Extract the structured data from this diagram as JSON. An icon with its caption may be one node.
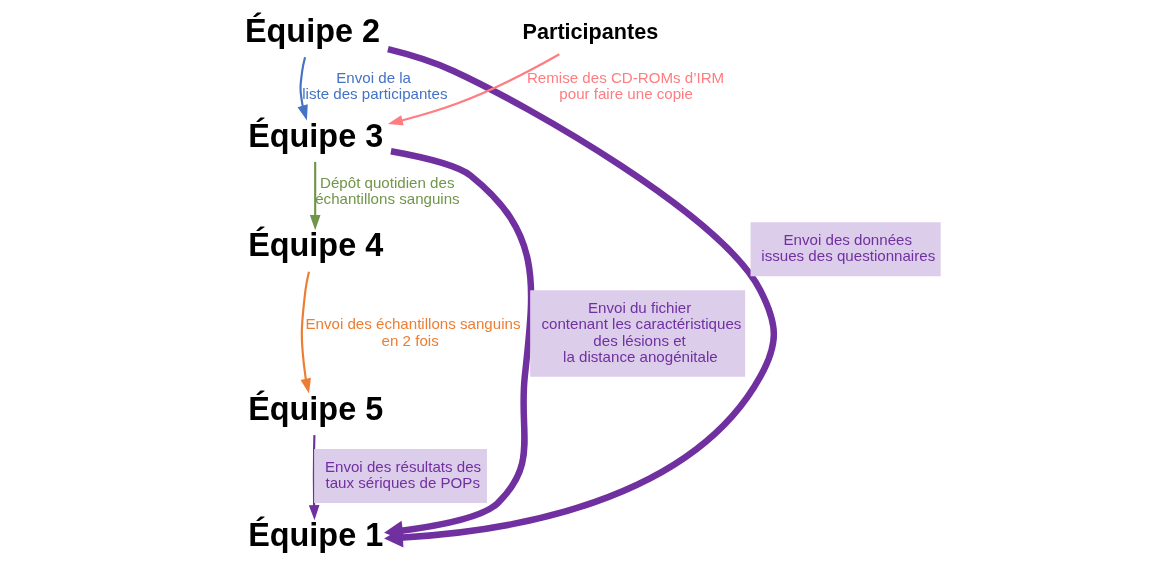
{
  "diagram": {
    "nodes": [
      {
        "text": [
          "Équipe 2"
        ]
      },
      {
        "text": [
          "Participantes"
        ]
      },
      {
        "text": [
          "Équipe 3"
        ]
      },
      {
        "text": [
          "Équipe 4"
        ]
      },
      {
        "text": [
          "Équipe 5"
        ]
      },
      {
        "text": [
          "Équipe 1"
        ]
      }
    ],
    "edges": [
      {
        "from": 0,
        "to": 2,
        "arrow": "to",
        "label": "Envoi de la liste des participantes",
        "color": "#4472c4"
      },
      {
        "from": 1,
        "to": 2,
        "arrow": "to",
        "label": "Remise des CD-ROMs d’IRM pour faire une copie",
        "color": "#ff7c80"
      },
      {
        "from": 2,
        "to": 3,
        "arrow": "to",
        "label": "Dépôt quotidien des échantillons sanguins",
        "color": "#70964a"
      },
      {
        "from": 3,
        "to": 4,
        "arrow": "to",
        "label": "Envoi des échantillons sanguins en 2 fois",
        "color": "#ed7d31"
      },
      {
        "from": 4,
        "to": 5,
        "arrow": "to",
        "label": "Envoi des résultats des taux sériques de POPs",
        "color": "#7030a0"
      },
      {
        "from": 2,
        "to": 5,
        "arrow": "to",
        "label": "Envoi du fichier contenant les caractéristiques des lésions et la distance anogénitale",
        "style": "thick",
        "color": "#7030a0"
      },
      {
        "from": 0,
        "to": 5,
        "arrow": "to",
        "label": "Envoi des données issues des questionnaires",
        "style": "thick",
        "color": "#7030a0"
      }
    ]
  }
}
